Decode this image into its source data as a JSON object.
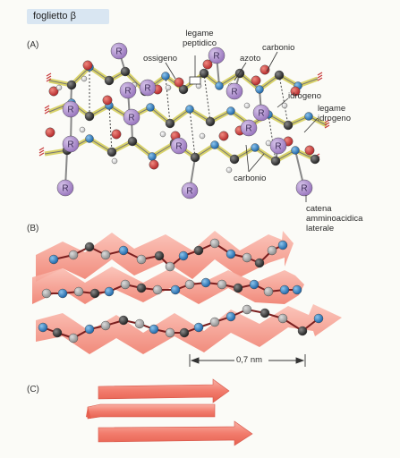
{
  "header": {
    "title": "foglietto β"
  },
  "panels": {
    "a": "(A)",
    "b": "(B)",
    "c": "(C)"
  },
  "labels": {
    "legame_peptidico": "legame\npeptidico",
    "ossigeno": "ossigeno",
    "azoto": "azoto",
    "carbonio_top": "carbonio",
    "idrogeno": "idrogeno",
    "legame_idrogeno": "legame\nidrogeno",
    "carbonio_bottom": "carbonio",
    "catena": "catena\namminoacidica\nlaterale"
  },
  "side_chain_letter": "R",
  "distance": "0,7 nm",
  "colors": {
    "oxygen": "#c8393a",
    "nitrogen": "#2f7fc1",
    "carbon": "#3a3a3a",
    "hydrogen": "#f2f2f2",
    "r_group": "#a989c9",
    "bond": "#d9d36a",
    "sheet": "#f4897c",
    "header_bg": "#d9e6f2"
  }
}
